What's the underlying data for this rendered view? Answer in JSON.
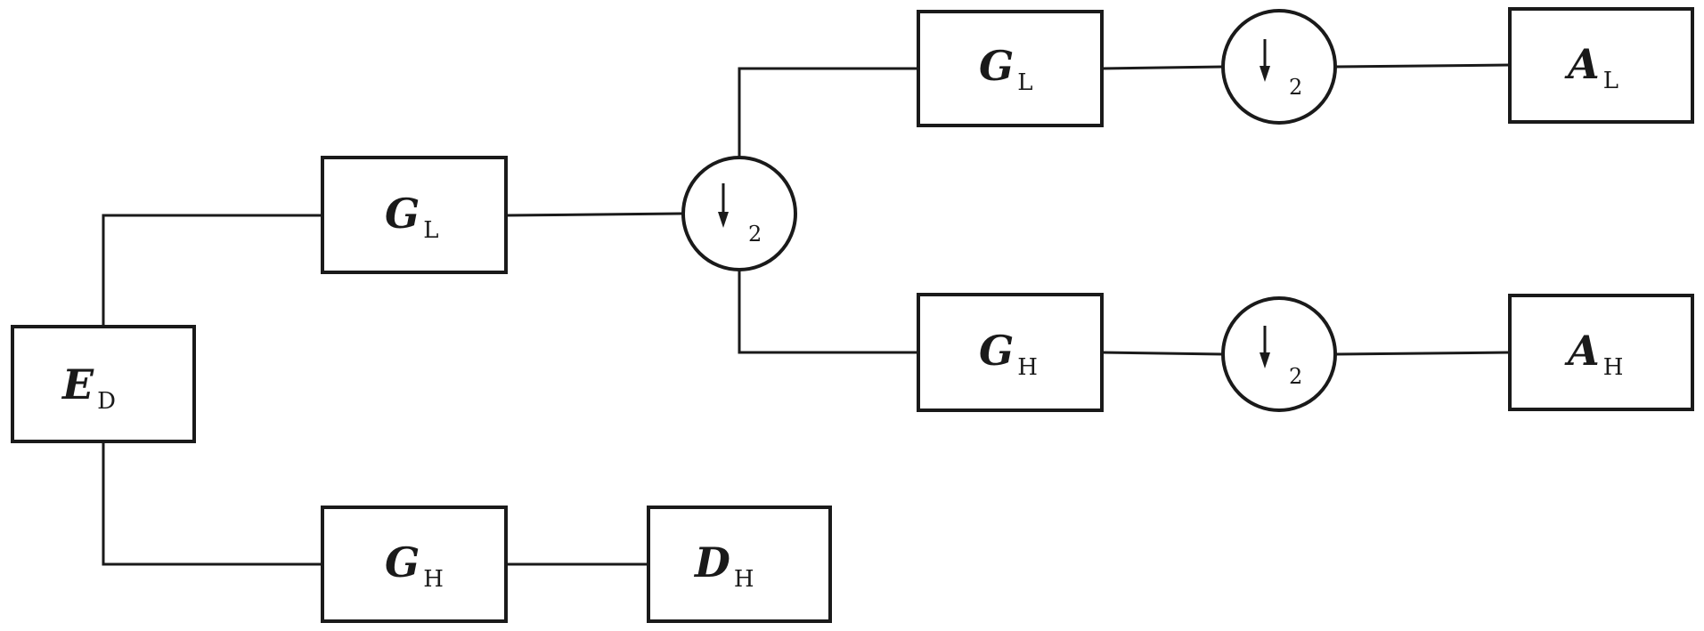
{
  "blocks": {
    "ed": {
      "main": "E",
      "sub": "D"
    },
    "gl1": {
      "main": "G",
      "sub": "L"
    },
    "gh1": {
      "main": "G",
      "sub": "H"
    },
    "dh": {
      "main": "D",
      "sub": "H"
    },
    "gl2": {
      "main": "G",
      "sub": "L"
    },
    "gh2": {
      "main": "G",
      "sub": "H"
    },
    "al": {
      "main": "A",
      "sub": "L"
    },
    "ah": {
      "main": "A",
      "sub": "H"
    }
  },
  "downsamplers": {
    "ds1": {
      "factor": "2"
    },
    "ds2": {
      "factor": "2"
    },
    "ds3": {
      "factor": "2"
    }
  }
}
